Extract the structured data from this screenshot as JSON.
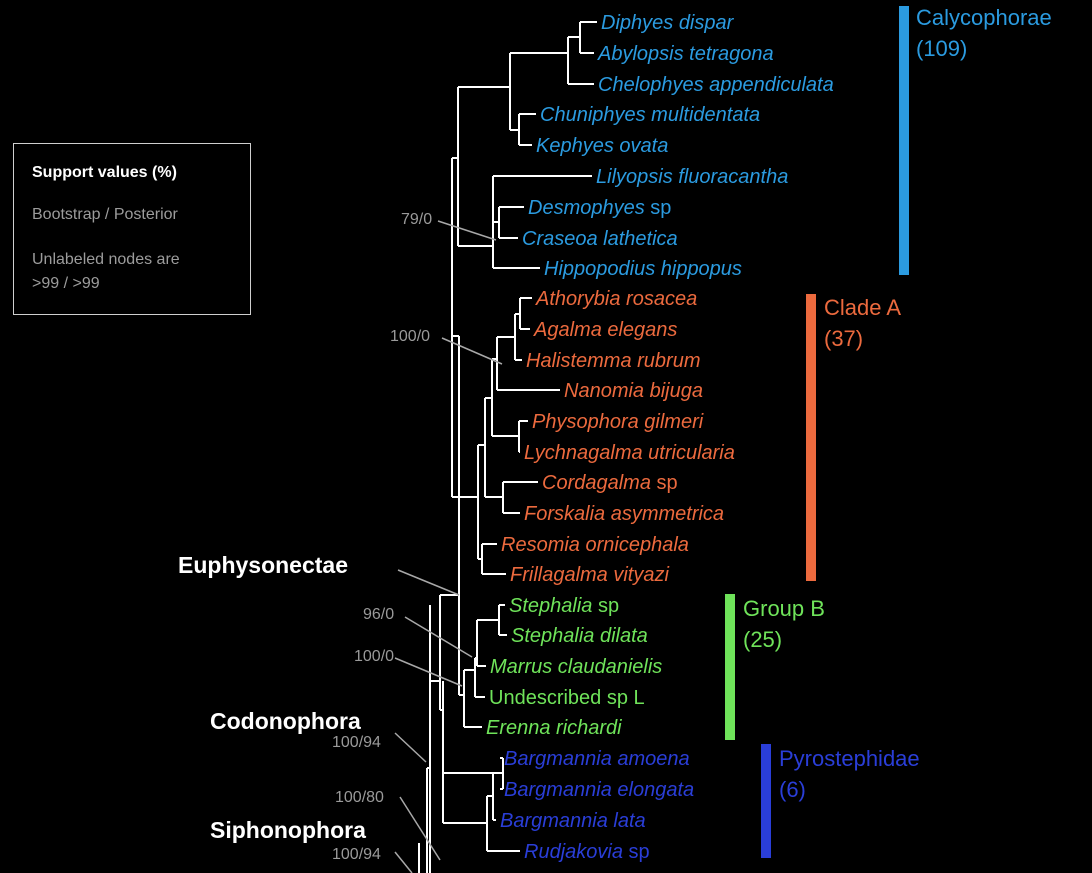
{
  "legend": {
    "title": "Support  values (%)",
    "line1": "Bootstrap / Posterior",
    "line2": "Unlabeled nodes are",
    "line3": ">99 / >99"
  },
  "colors": {
    "calycophorae": "#2b9be0",
    "clade_a": "#ec6a3e",
    "group_b": "#6fe35a",
    "pyrostephidae": "#2a3ed8",
    "branch": "#ffffff",
    "support": "#9a9a9a"
  },
  "taxa": [
    {
      "name": "Diphyes dispar",
      "clade": "calycophorae"
    },
    {
      "name": "Abylopsis tetragona",
      "clade": "calycophorae"
    },
    {
      "name": "Chelophyes appendiculata",
      "clade": "calycophorae"
    },
    {
      "name": "Chuniphyes multidentata",
      "clade": "calycophorae"
    },
    {
      "name": "Kephyes ovata",
      "clade": "calycophorae"
    },
    {
      "name": "Lilyopsis fluoracantha",
      "clade": "calycophorae"
    },
    {
      "name": "Desmophyes",
      "suffix": " sp",
      "clade": "calycophorae"
    },
    {
      "name": "Craseoa lathetica",
      "clade": "calycophorae"
    },
    {
      "name": "Hippopodius hippopus",
      "clade": "calycophorae"
    },
    {
      "name": "Athorybia rosacea",
      "clade": "clade_a"
    },
    {
      "name": "Agalma elegans",
      "clade": "clade_a"
    },
    {
      "name": "Halistemma rubrum",
      "clade": "clade_a"
    },
    {
      "name": "Nanomia bijuga",
      "clade": "clade_a"
    },
    {
      "name": "Physophora gilmeri",
      "clade": "clade_a"
    },
    {
      "name": "Lychnagalma utricularia",
      "clade": "clade_a"
    },
    {
      "name": "Cordagalma",
      "suffix": " sp",
      "clade": "clade_a"
    },
    {
      "name": "Forskalia asymmetrica",
      "clade": "clade_a"
    },
    {
      "name": "Resomia ornicephala",
      "clade": "clade_a"
    },
    {
      "name": "Frillagalma vityazi",
      "clade": "clade_a"
    },
    {
      "name": "Stephalia",
      "suffix": " sp",
      "clade": "group_b"
    },
    {
      "name": "Stephalia dilata",
      "clade": "group_b"
    },
    {
      "name": "Marrus claudanielis",
      "clade": "group_b"
    },
    {
      "name": "",
      "suffix": "Undescribed sp L",
      "clade": "group_b"
    },
    {
      "name": "Erenna richardi",
      "clade": "group_b"
    },
    {
      "name": "Bargmannia amoena",
      "clade": "pyrostephidae"
    },
    {
      "name": "Bargmannia elongata",
      "clade": "pyrostephidae"
    },
    {
      "name": "Bargmannia lata",
      "clade": "pyrostephidae"
    },
    {
      "name": "Rudjakovia",
      "suffix": " sp",
      "clade": "pyrostephidae"
    }
  ],
  "clade_bars": [
    {
      "key": "calycophorae",
      "label": "Calycophorae",
      "count": "(109)"
    },
    {
      "key": "clade_a",
      "label": "Clade A",
      "count": "(37)"
    },
    {
      "key": "group_b",
      "label": "Group B",
      "count": "(25)"
    },
    {
      "key": "pyrostephidae",
      "label": "Pyrostephidae",
      "count": "(6)"
    }
  ],
  "groups": [
    "Euphysonectae",
    "Codonophora",
    "Siphonophora"
  ],
  "supports": [
    "79/0",
    "100/0",
    "96/0",
    "100/0",
    "100/94",
    "100/80",
    "100/94"
  ]
}
